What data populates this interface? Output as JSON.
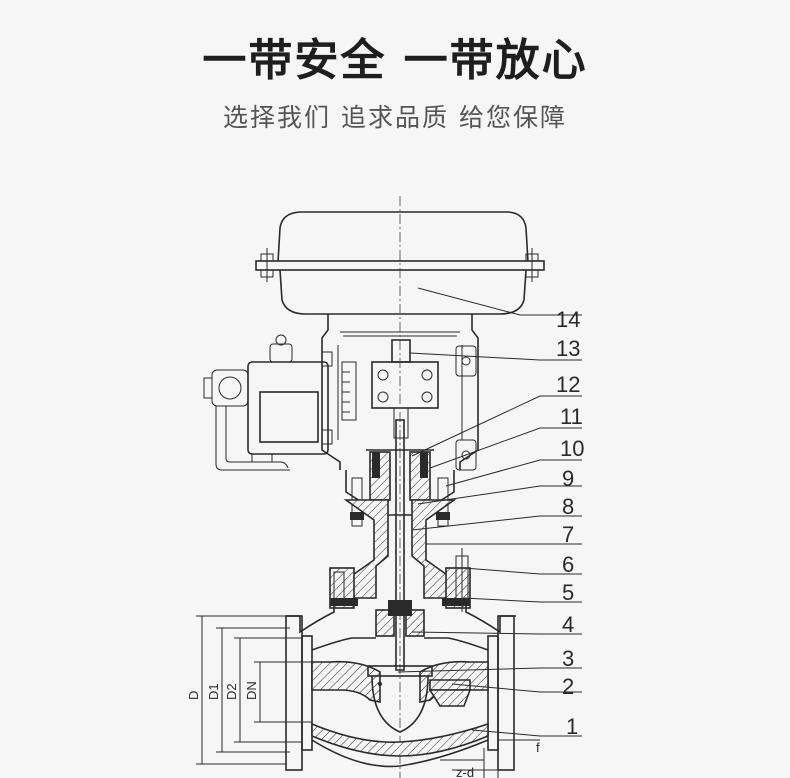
{
  "header": {
    "title": "一带安全 一带放心",
    "subtitle": "选择我们 追求品质 给您保障"
  },
  "diagram": {
    "part_numbers": [
      "14",
      "13",
      "12",
      "11",
      "10",
      "9",
      "8",
      "7",
      "6",
      "5",
      "4",
      "3",
      "2",
      "1"
    ],
    "dimension_labels": {
      "D": "D",
      "D1": "D1",
      "D2": "D2",
      "DN": "DN",
      "f": "f",
      "z_d": "z-d"
    }
  }
}
